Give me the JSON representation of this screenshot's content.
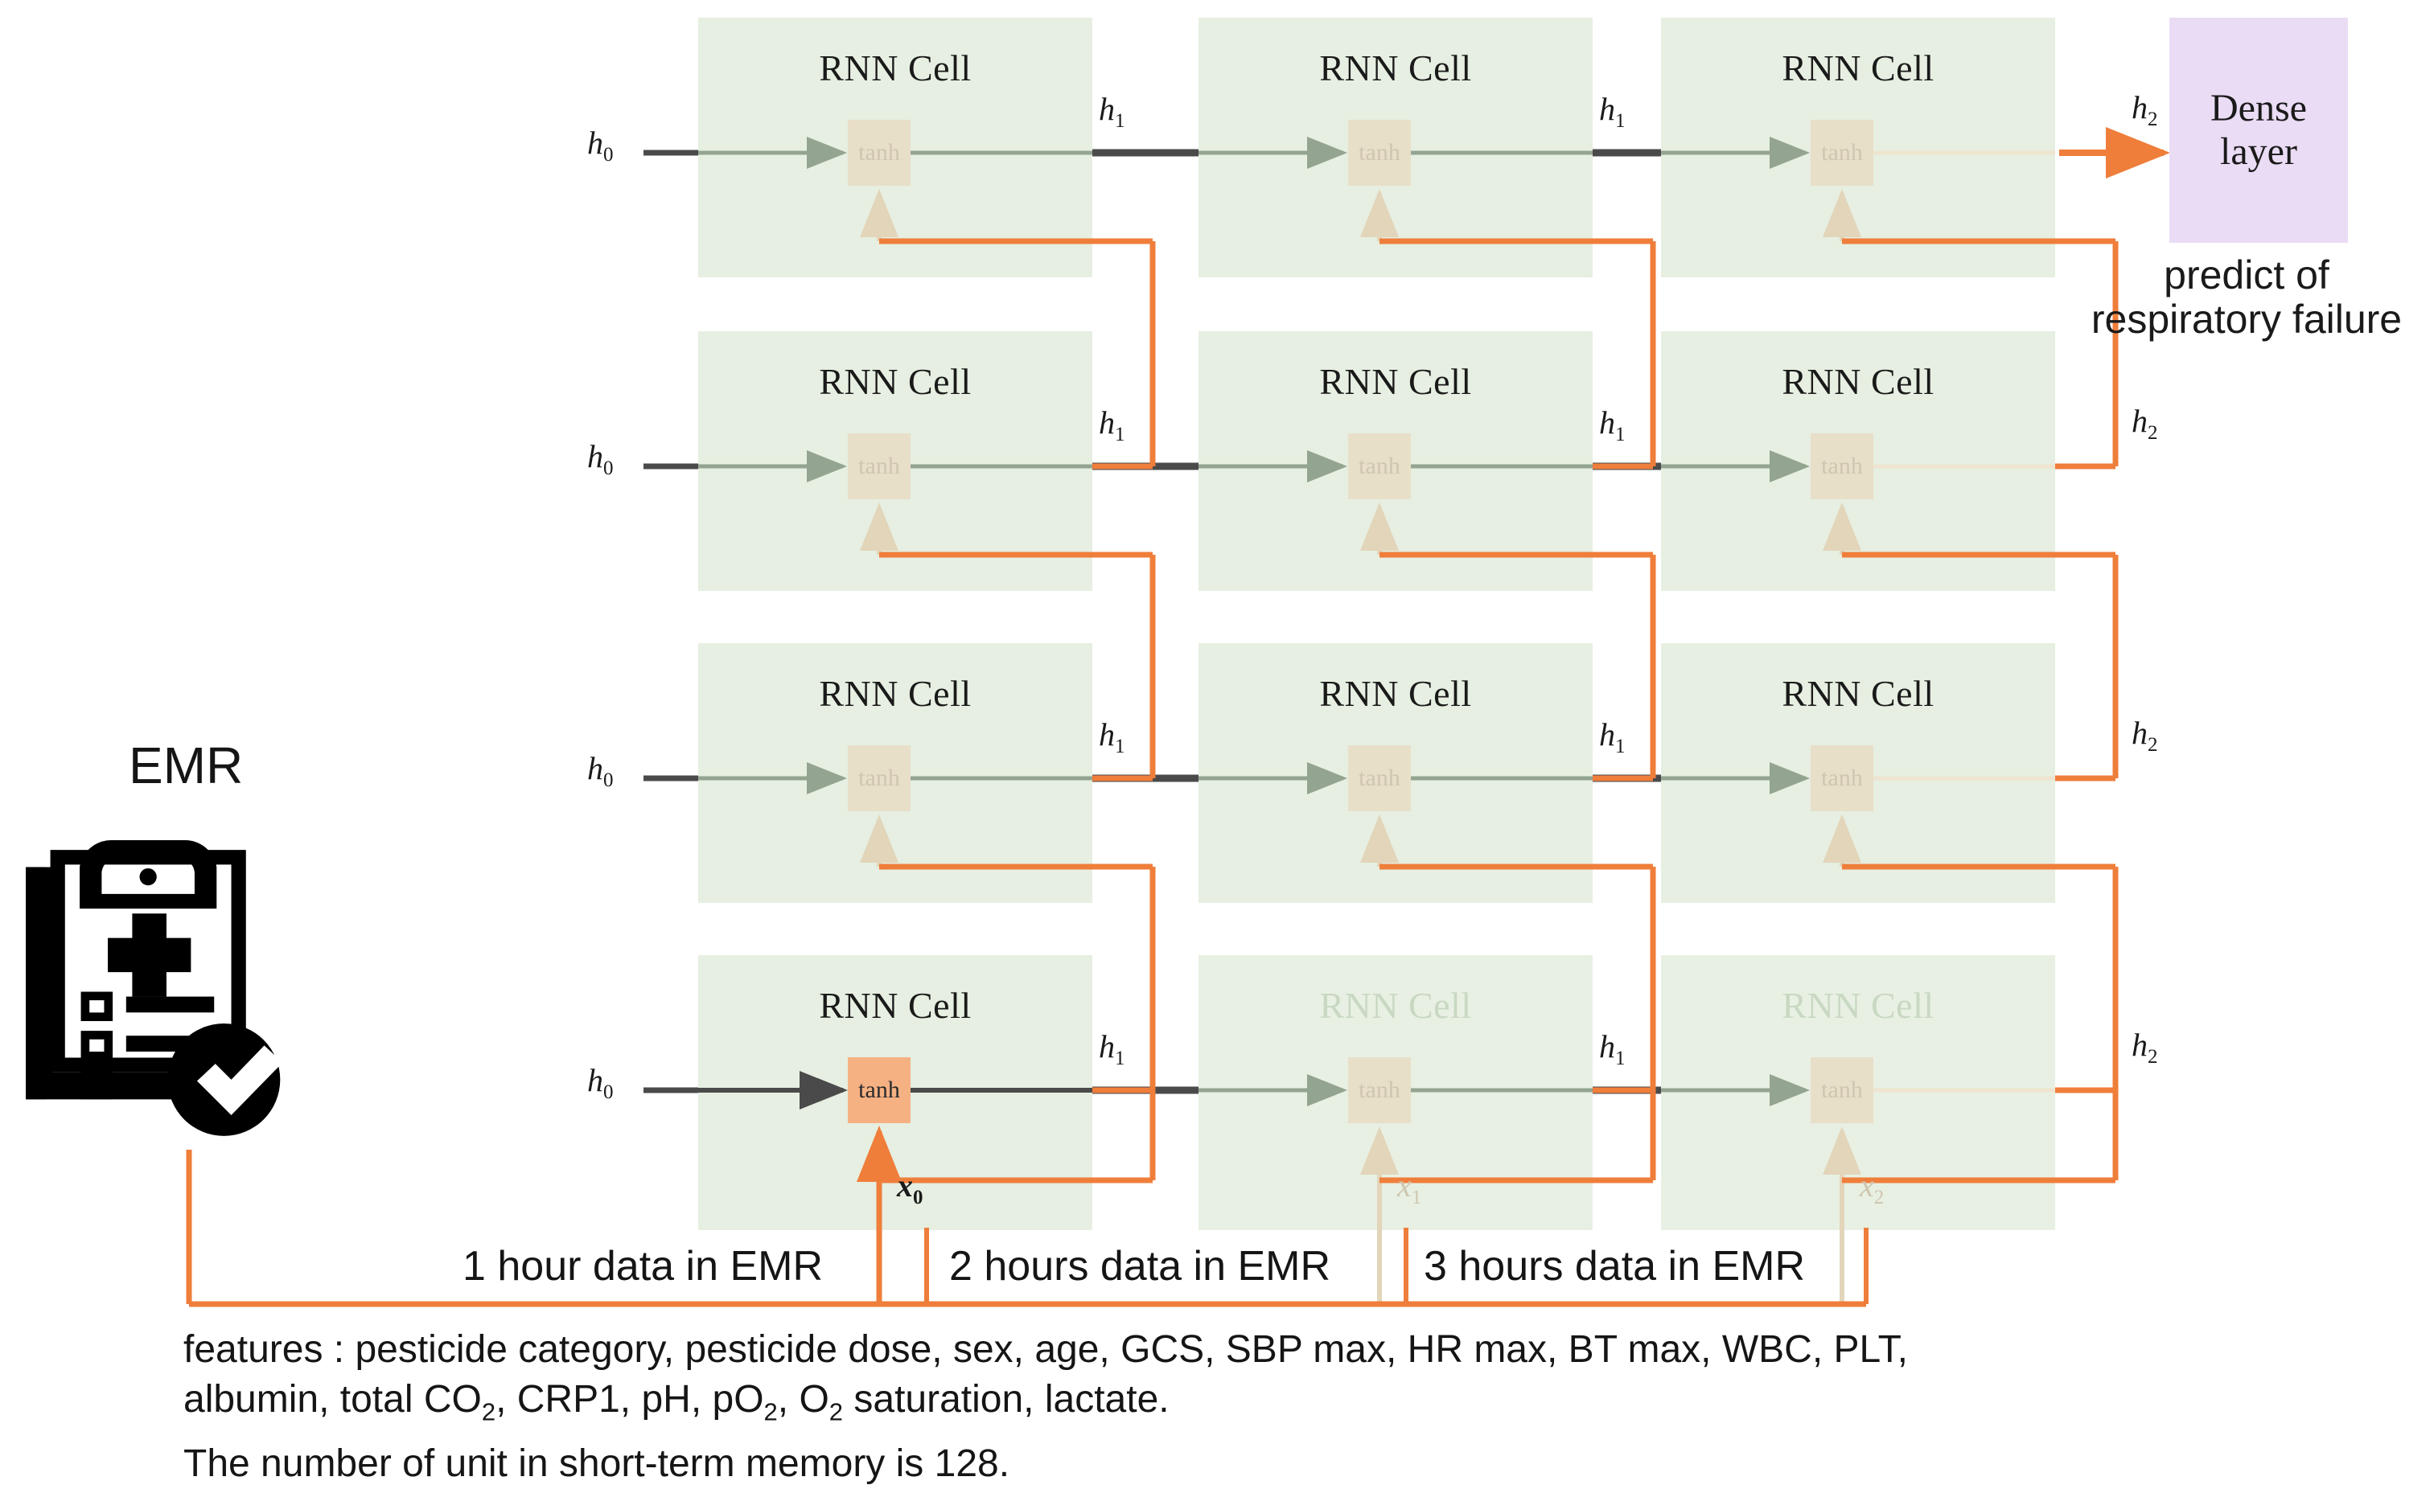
{
  "diagram": {
    "title_icon": "EMR",
    "cell_label": "RNN Cell",
    "activation_label": "tanh",
    "dense_label": "Dense\nlayer",
    "prediction_label": "predict of\nrespiratory failure",
    "hidden_in": "h",
    "hidden_in_sub": "0",
    "hidden_1": "h",
    "hidden_1_sub": "1",
    "hidden_2": "h",
    "hidden_2_sub": "2",
    "input_x": "x",
    "input_x0_sub": "0",
    "input_x1_sub": "1",
    "input_x2_sub": "2"
  },
  "columns": [
    {
      "hour_label": "1 hour data in EMR"
    },
    {
      "hour_label": "2 hours data in EMR"
    },
    {
      "hour_label": "3 hours data in EMR"
    }
  ],
  "rows": [
    {
      "cells": [
        {
          "active": false
        },
        {
          "active": false
        },
        {
          "active": false
        }
      ]
    },
    {
      "cells": [
        {
          "active": false
        },
        {
          "active": false
        },
        {
          "active": false
        }
      ]
    },
    {
      "cells": [
        {
          "active": false
        },
        {
          "active": false
        },
        {
          "active": false
        }
      ]
    },
    {
      "cells": [
        {
          "active": true
        },
        {
          "active": false
        },
        {
          "active": false
        }
      ]
    }
  ],
  "notes": {
    "features_line1_a": "features : pesticide category, pesticide dose, sex, age, GCS, SBP max, HR max, BT max, WBC, PLT,",
    "features_line2_a": "albumin, total CO",
    "features_line2_sub1": "2",
    "features_line2_b": ", CRP1, pH, pO",
    "features_line2_sub2": "2",
    "features_line2_c": ", O",
    "features_line2_sub3": "2",
    "features_line2_d": " saturation, lactate.",
    "units_note": "The number of unit in short-term memory is 128."
  },
  "colors": {
    "cell_green": "#e6efe1",
    "tanh_beige": "#e8dfc9",
    "tanh_active_orange": "#f6b183",
    "dense_purple": "#eadcf5",
    "accent_orange": "#ef7e3b",
    "arrow_gray": "#4a4a4a"
  }
}
